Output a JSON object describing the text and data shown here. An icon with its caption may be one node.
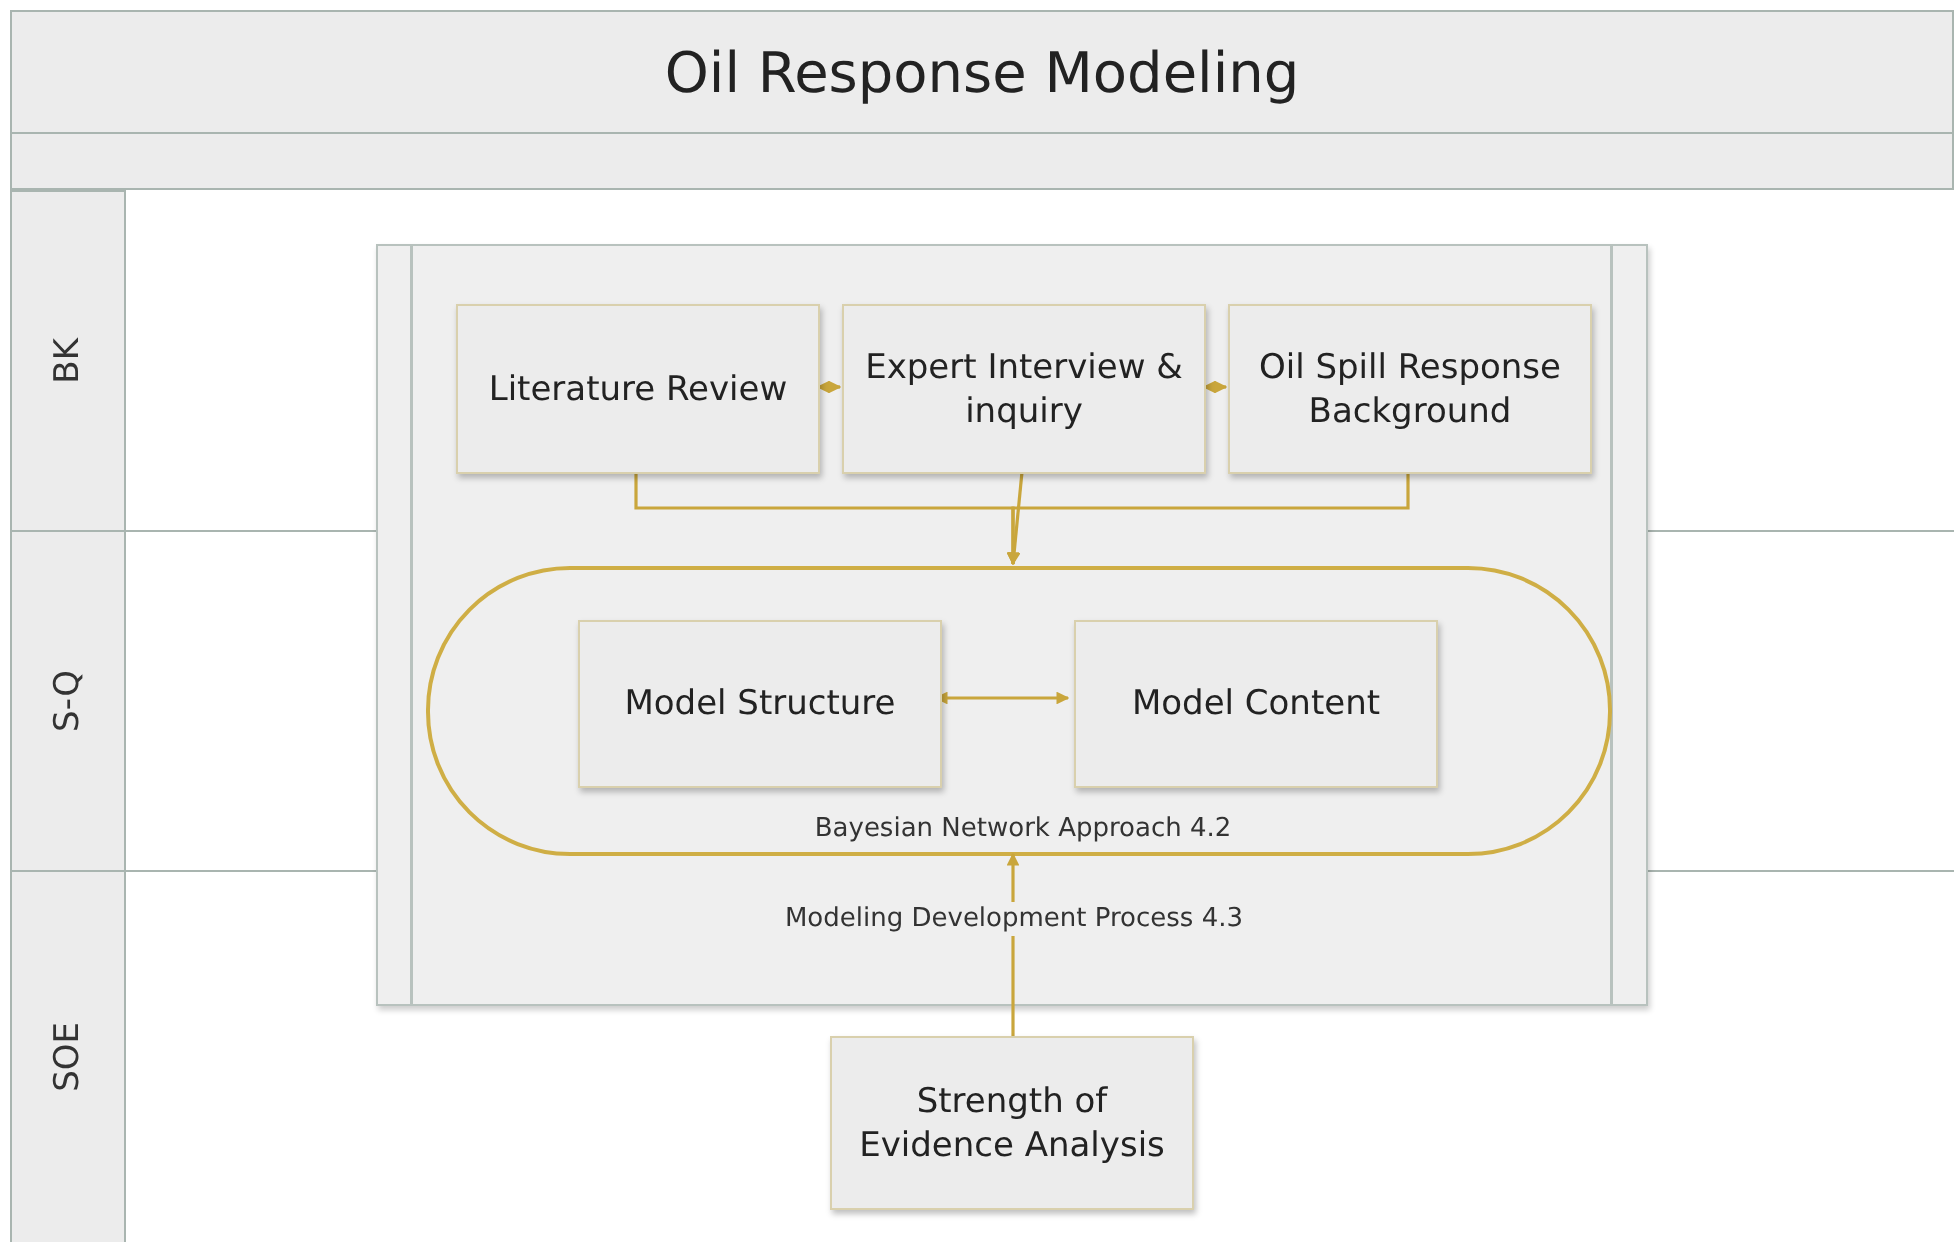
{
  "diagram": {
    "title": "Oil Response Modeling",
    "nodes": [
      {
        "text": [
          "BK"
        ]
      },
      {
        "text": [
          "S-Q"
        ]
      },
      {
        "text": [
          "SOE"
        ]
      },
      {
        "text": [
          "Modeling Development Process 4.3"
        ]
      },
      {
        "text": [
          "Literature Review"
        ],
        "in": 3
      },
      {
        "text": [
          "Expert Interview & inquiry"
        ],
        "in": 3
      },
      {
        "text": [
          "Oil Spill Response Background"
        ],
        "in": 3
      },
      {
        "text": [
          "Bayesian Network Approach 4.2"
        ],
        "in": 3
      },
      {
        "text": [
          "Model Structure"
        ],
        "in": 7
      },
      {
        "text": [
          "Model Content"
        ],
        "in": 7
      },
      {
        "text": [
          "Strength of Evidence Analysis"
        ]
      }
    ],
    "edges": [
      {
        "from": 4,
        "to": 5,
        "arrow": "both"
      },
      {
        "from": 5,
        "to": 6,
        "arrow": "both"
      },
      {
        "from": 4,
        "to": 7,
        "arrow": "to"
      },
      {
        "from": 5,
        "to": 7,
        "arrow": "to"
      },
      {
        "from": 6,
        "to": 7,
        "arrow": "to"
      },
      {
        "from": 8,
        "to": 9,
        "arrow": "both"
      },
      {
        "from": 10,
        "to": 7,
        "arrow": "to"
      }
    ]
  }
}
